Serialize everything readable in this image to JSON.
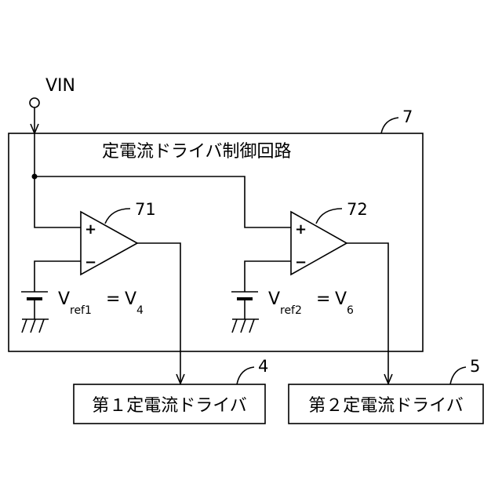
{
  "labels": {
    "vin": "VIN",
    "control_circuit": "定電流ドライバ制御回路",
    "driver1": "第１定電流ドライバ",
    "driver2": "第２定電流ドライバ"
  },
  "refs": {
    "control": "7",
    "amp1": "71",
    "amp2": "72",
    "driver1": "4",
    "driver2": "5"
  },
  "amp_pins": {
    "plus": "+",
    "minus": "−"
  },
  "formulas": {
    "f1": {
      "v": "V",
      "sub": "ref1",
      "eq": "=",
      "v2": "V",
      "sub2": "4"
    },
    "f2": {
      "v": "V",
      "sub": "ref2",
      "eq": "=",
      "v2": "V",
      "sub2": "6"
    }
  }
}
